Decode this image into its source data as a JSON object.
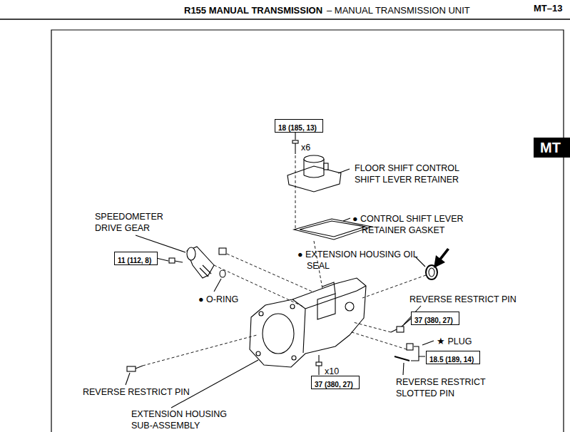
{
  "diagram": {
    "nodes": [
      {
        "text": [
          "18 (185, 13)"
        ]
      },
      {
        "text": [
          "11 (112, 8)"
        ]
      },
      {
        "text": [
          "37 (380, 27)"
        ]
      },
      {
        "text": [
          "18.5 (189, 14)"
        ]
      },
      {
        "text": [
          "37 (380, 27)"
        ]
      }
    ],
    "labels": [
      "R155 MANUAL TRANSMISSION",
      "– MANUAL TRANSMISSION UNIT",
      "MT–13",
      "MT",
      "x6",
      "FLOOR SHIFT CONTROL SHIFT LEVER RETAINER",
      "● CONTROL SHIFT LEVER RETAINER GASKET",
      "SPEEDOMETER DRIVE GEAR",
      "● EXTENSION HOUSING OIL SEAL",
      "● O-RING",
      "REVERSE RESTRICT PIN",
      "★ PLUG",
      "x10",
      "REVERSE RESTRICT SLOTTED PIN",
      "REVERSE RESTRICT PIN",
      "EXTENSION HOUSING SUB-ASSEMBLY"
    ]
  }
}
